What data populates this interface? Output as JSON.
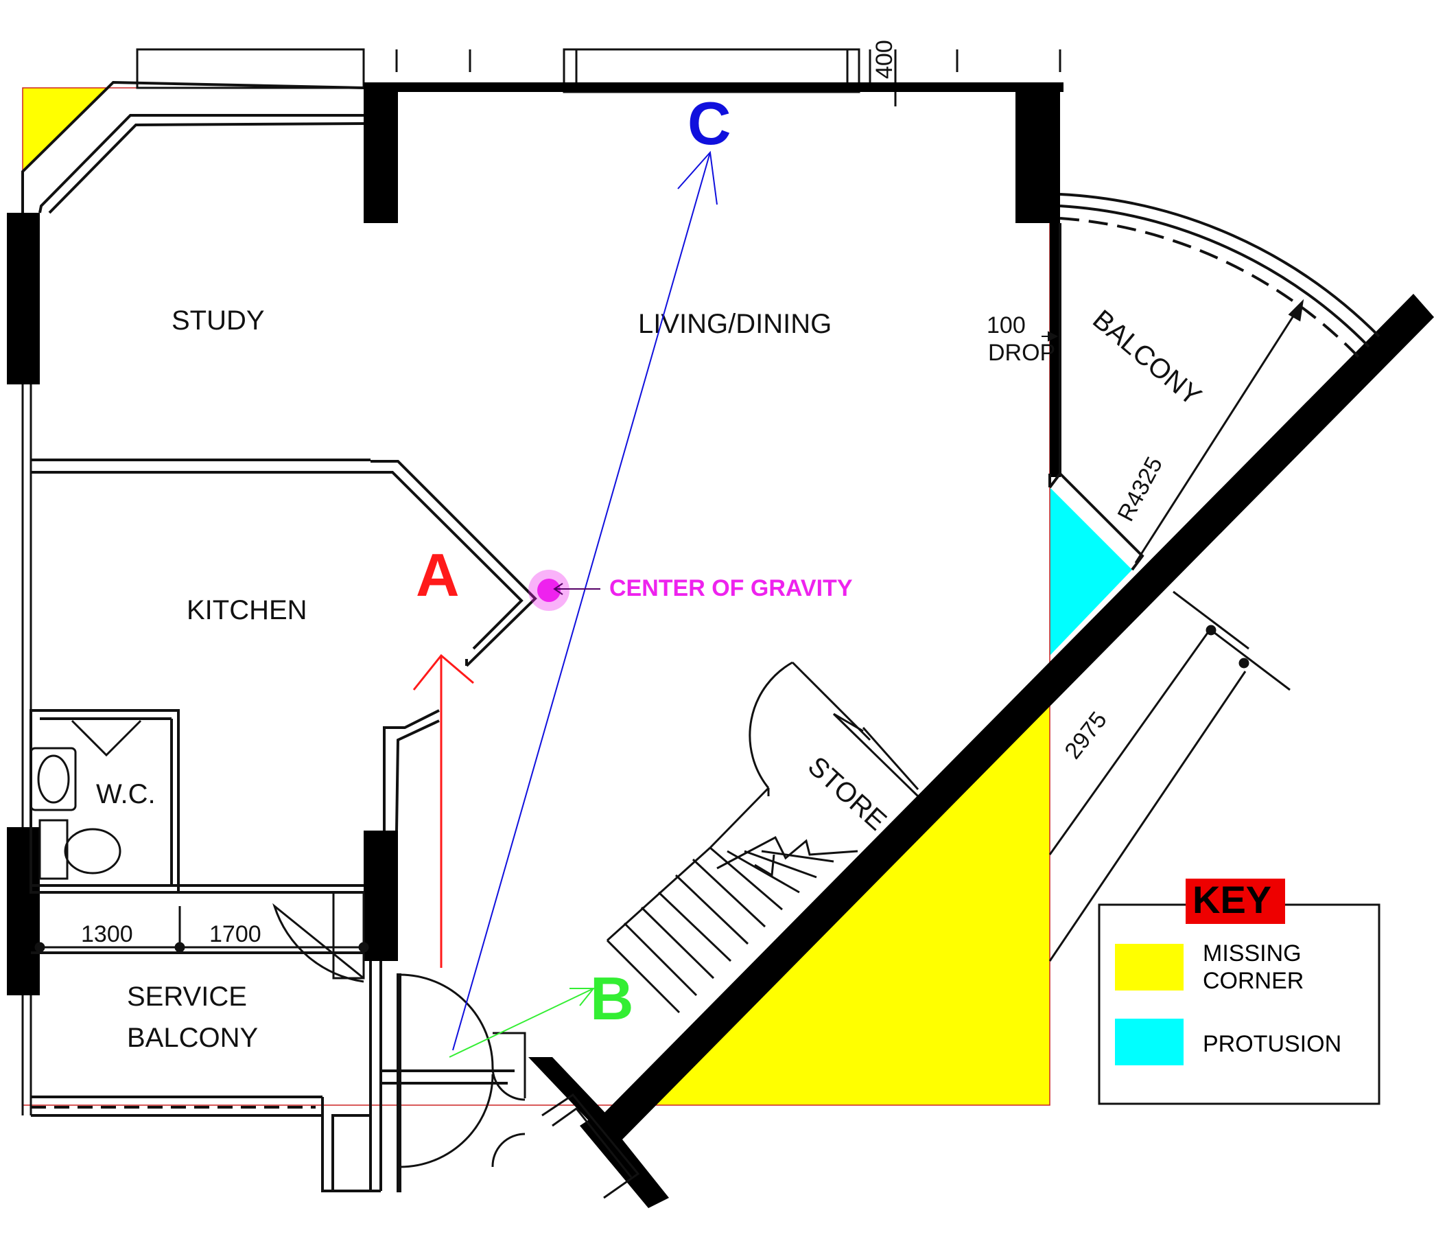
{
  "rooms": {
    "study": "STUDY",
    "living_dining": "LIVING/DINING",
    "kitchen": "KITCHEN",
    "wc": "W.C.",
    "service_balcony_line1": "SERVICE",
    "service_balcony_line2": "BALCONY",
    "balcony": "BALCONY",
    "store": "STORE"
  },
  "annotations": {
    "drop_line1": "100",
    "drop_line2": "DROP",
    "dim_1300": "1300",
    "dim_1700": "1700",
    "dim_2975": "2975",
    "radius": "R4325",
    "dim_top_partial": "400"
  },
  "markers": {
    "a": "A",
    "b": "B",
    "c": "C",
    "center_of_gravity": "CENTER OF GRAVITY"
  },
  "key": {
    "title": "KEY",
    "missing_corner_line1": "MISSING",
    "missing_corner_line2": "CORNER",
    "protrusion": "PROTUSION"
  },
  "colors": {
    "missing_corner": "#ffff00",
    "protrusion": "#00ffff",
    "marker_a": "#ff1a1a",
    "marker_b": "#33ee33",
    "marker_c": "#1010dd",
    "center_of_gravity": "#ee22ee",
    "key_title_bg": "#ee0000"
  }
}
